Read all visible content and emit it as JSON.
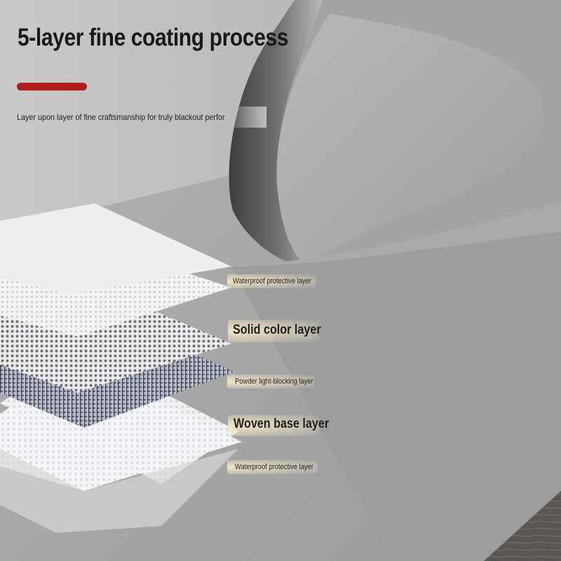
{
  "header": {
    "title": "5-layer fine coating process",
    "subtitle": "Layer upon layer of fine craftsmanship for truly blackout performa"
  },
  "layers": [
    {
      "label": "Waterproof protective layer"
    },
    {
      "label": "Solid color layer"
    },
    {
      "label": "Powder light-blocking layer"
    },
    {
      "label": "Woven base layer"
    },
    {
      "label": "Waterproof protective layer"
    }
  ],
  "colors": {
    "accent": "#b01c1c",
    "fabric": "#a6a6a6",
    "fabric_dark": "#5e5e5e",
    "label_glow": "#f1e4c4"
  }
}
